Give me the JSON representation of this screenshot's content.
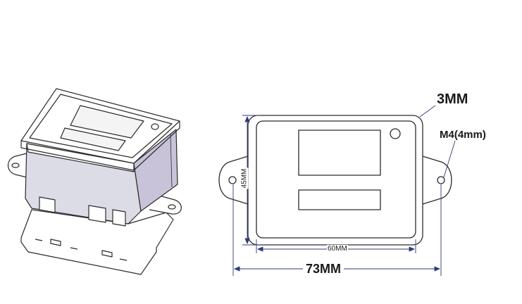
{
  "dimensions": {
    "top_thickness": "3MM",
    "mount_hole": "M4(4mm)",
    "height": "45MM",
    "inner_width": "60MM",
    "total_width": "73MM"
  },
  "colors": {
    "line": "#2b2b2b",
    "dimension_line": "#2f3a7a",
    "side_shade": "#c9c3d9",
    "front_shade": "#dcdce6",
    "display_fill": "#f4f4f4"
  }
}
